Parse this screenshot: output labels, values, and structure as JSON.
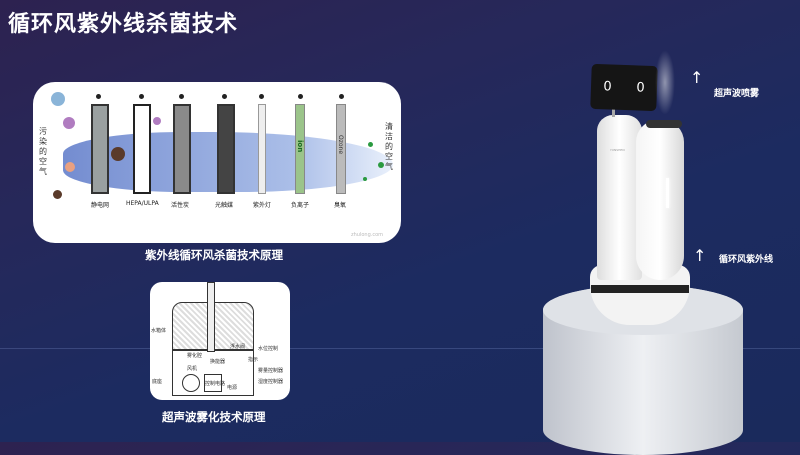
{
  "title": "循环风紫外线杀菌技术",
  "uv_diagram": {
    "caption": "紫外线循环风杀菌技术原理",
    "left_label": "污染的空气",
    "right_label": "清洁的空气",
    "stages": [
      "静电网",
      "HEPA/ULPA",
      "活性炭",
      "光触媒",
      "紫外灯",
      "负离子",
      "臭氧"
    ],
    "ion_text": "ion",
    "ozone_text": "Ozone",
    "watermark": "zhulong.com"
  },
  "ultrasonic_diagram": {
    "caption": "超声波雾化技术原理",
    "labels": [
      "水箱体",
      "底座",
      "雾化腔",
      "换能器",
      "风机",
      "控制电路",
      "电源",
      "浮水阀",
      "水位控制",
      "指示",
      "雾量控制器",
      "湿度控制器"
    ]
  },
  "robot": {
    "screen_digits": [
      "0",
      "0"
    ],
    "label_top": "超声波喷雾",
    "label_bottom": "循环风紫外线",
    "brand": "YUNSHEN"
  }
}
